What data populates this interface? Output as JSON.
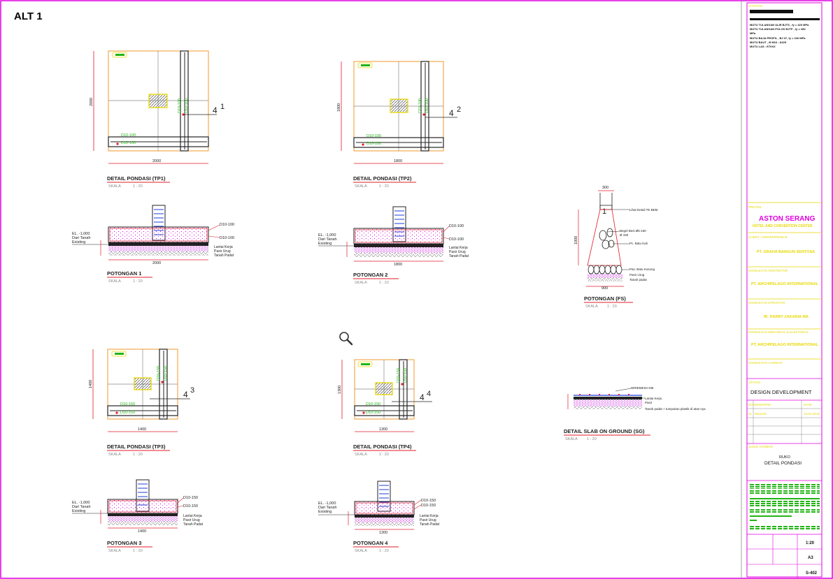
{
  "sheet": {
    "alt_label": "ALT 1",
    "colors": {
      "border": "#e000e0",
      "orange": "#f29a2e",
      "green": "#22b514",
      "red": "#e01c2a",
      "yellow": "#e8d800",
      "magenta": "#e000e0",
      "blue": "#1a3cd8",
      "gray": "#8a8a8a"
    }
  },
  "plans": [
    {
      "title": "DETAIL PONDASI (TP1)",
      "scale_label": "SKALA",
      "scale": "1 : 20",
      "tag": "4",
      "num": "1",
      "dim_w": "2000",
      "dim_h": "2000",
      "bar1": "D10-100",
      "bar2": "D10-100",
      "vbar1": "D10-100",
      "vbar2": "D10-100"
    },
    {
      "title": "DETAIL PONDASI (TP2)",
      "scale_label": "SKALA",
      "scale": "1 : 20",
      "tag": "4",
      "num": "2",
      "dim_w": "1800",
      "dim_h": "1800",
      "bar1": "D10-100",
      "bar2": "D10-100",
      "vbar1": "D10-100",
      "vbar2": "D10-100"
    },
    {
      "title": "DETAIL PONDASI (TP3)",
      "scale_label": "SKALA",
      "scale": "1 : 20",
      "tag": "4",
      "num": "3",
      "dim_w": "1400",
      "dim_h": "1400",
      "bar1": "D10-150",
      "bar2": "D10-150",
      "vbar1": "D10-150",
      "vbar2": "D10-150"
    },
    {
      "title": "DETAIL PONDASI (TP4)",
      "scale_label": "SKALA",
      "scale": "1 : 20",
      "tag": "4",
      "num": "4",
      "dim_w": "1300",
      "dim_h": "1300",
      "bar1": "D10-150",
      "bar2": "D10-150",
      "vbar1": "D10-150",
      "vbar2": "D10-150"
    }
  ],
  "sections": [
    {
      "title": "POTONGAN 1",
      "scale_label": "SKALA",
      "scale": "1 : 20",
      "el1": "EL. -1,000",
      "el2": "Dari Tanah",
      "el3": "Existing",
      "top_bar": "D10-100",
      "mid_bar": "D10-100",
      "l1": "Lantai Kerja",
      "l2": "Pasir Urug",
      "l3": "Tanah Padat",
      "dim": "2000"
    },
    {
      "title": "POTONGAN 2",
      "scale_label": "SKALA",
      "scale": "1 : 20",
      "el1": "EL. -1,000",
      "el2": "Dari Tanah",
      "el3": "Existing",
      "top_bar": "D10-100",
      "mid_bar": "D10-100",
      "l1": "Lantai Kerja",
      "l2": "Pasir Urug",
      "l3": "Tanah Padat",
      "dim": "1800"
    },
    {
      "title": "POTONGAN 3",
      "scale_label": "SKALA",
      "scale": "1 : 20",
      "el1": "EL. -1,000",
      "el2": "Dari Tanah",
      "el3": "Existing",
      "top_bar": "D10-150",
      "mid_bar": "D10-150",
      "l1": "Lantai Kerja",
      "l2": "Pasir Urug",
      "l3": "Tanah Padat",
      "dim": "1400"
    },
    {
      "title": "POTONGAN 4",
      "scale_label": "SKALA",
      "scale": "1 : 20",
      "el1": "EL. -1,000",
      "el2": "Dari Tanah",
      "el3": "Existing",
      "top_bar": "D10-150",
      "mid_bar": "D10-150",
      "l1": "Lantai Kerja",
      "l2": "Pasir Urug",
      "l3": "Tanah Padat",
      "dim": "1300"
    }
  ],
  "fs": {
    "title": "POTONGAN (FS)",
    "scale_label": "SKALA",
    "scale": "1 : 20",
    "top_dim": "300",
    "h_dim": "1000",
    "base_dim": "900",
    "n1": "Lihat Detail TE BEM",
    "n2": "Begel Besi Ø6-150",
    "n3": "Ø 150",
    "n4": "Pc. Batu Kali",
    "n5": "Pas. Batu Kosong",
    "n6": "Pasir Urug",
    "n7": "Tanah padat",
    "tag": "1"
  },
  "slab": {
    "title": "DETAIL SLAB ON GROUND (SG)",
    "scale_label": "SKALA",
    "scale": "1 : 20",
    "n1": "WIREMESH M6",
    "n2": "Lantai Kerja",
    "n3": "Pasir",
    "n4": "Tanah padat + tumpukan plastik di atas nya"
  },
  "title_block": {
    "catatan_label": "CATATAN :",
    "notes": [
      "MUTU TULANGAN ULIR BJTS , fy = 420 MPa",
      "MUTU TULANGAN POLOS BJTP , fy = 280",
      "MPa",
      "MUTU BAJA PROFIL , BJ 37, fy = 240 MPa",
      "MUTU BAUT , Ø M16 : A325",
      "MUTU LAS : E70XX"
    ],
    "proyek_label": "PROYEK",
    "project_name": "ASTON SERANG",
    "project_sub": "HOTEL AND CONVENTION CENTER",
    "client_label": "CLIENT / OWNER/PEMILIK",
    "client": "PT. GRAHA BANGUN SENTOSA",
    "arch_label": "KONSULTAN ARSITEKTUR",
    "arch": "PT. ARCHIPELAGO INTERNATIONAL",
    "struct_label": "KONSULTAN STRUKTUR",
    "struct": "IR. HARRY ZAKARIA MA",
    "mep_label": "KONSULTAN MEKANIKAL & ELEKTRIKAL",
    "mep": "PT. ARCHIPELAGO INTERNATIONAL",
    "land_label": "KONSULTAN LANSKAP",
    "status_label": "STATUS",
    "status": "DESIGN DEVELOPMENT",
    "rev_no_label": "NO",
    "rev_desc_label": "DESKRIPSI",
    "rev_date_label": "DATE",
    "rev_no": "01",
    "rev_desc": "DESAIN",
    "rev_date": "23-01-2018",
    "judul_label": "JUDUL GAMBAR",
    "drawing_title_1": "RUKO",
    "drawing_title_2": "DETAIL PONDASI",
    "scale": "1:20",
    "sheet_size": "A3",
    "drawing_no": "S-402"
  }
}
